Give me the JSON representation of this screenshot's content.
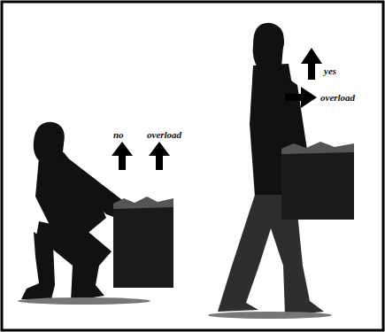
{
  "diagram": {
    "labels": [
      "no",
      "overload",
      "yes",
      "overload"
    ]
  }
}
